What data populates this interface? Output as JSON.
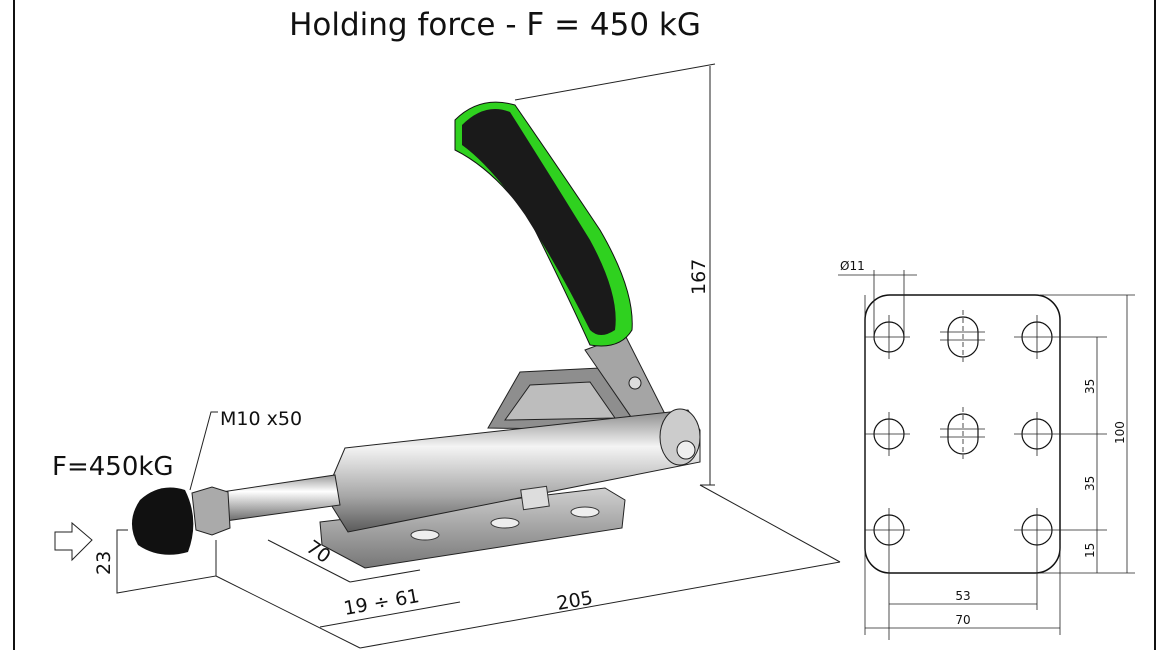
{
  "title": "Holding force - F = 450 kG",
  "labels": {
    "force": "F=450kG",
    "screw": "M10 x50",
    "height_total": "167",
    "length_total": "205",
    "stroke_range": "19 ÷ 61",
    "base_offset": "70",
    "spindle_height": "23"
  },
  "plate": {
    "hole_diameter": "Ø11",
    "dim_35_upper": "35",
    "dim_35_lower": "35",
    "dim_15": "15",
    "dim_100": "100",
    "dim_53": "53",
    "dim_70": "70"
  },
  "colors": {
    "handle_green": "#2fd11f",
    "grip_black": "#1a1a1a",
    "metal": "#b8b8b8"
  }
}
